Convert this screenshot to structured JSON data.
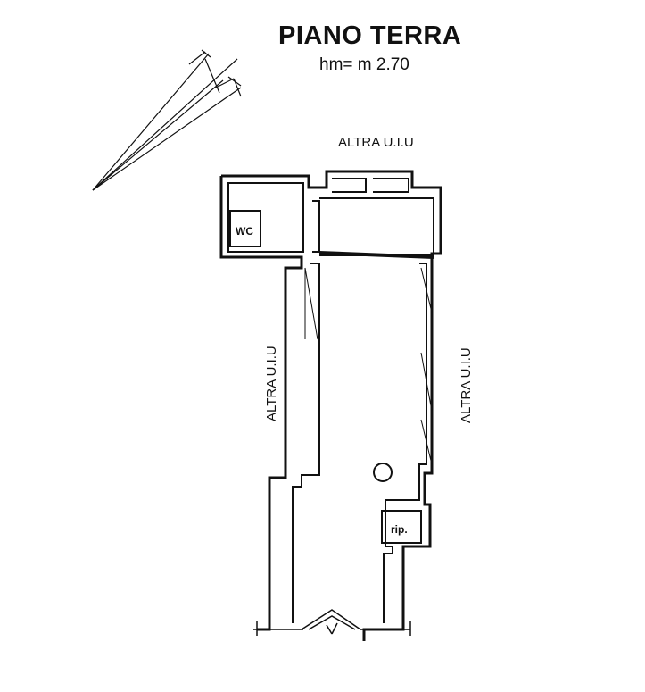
{
  "plan": {
    "title": "PIANO TERRA",
    "height_note": "hm= m 2.70",
    "labels": {
      "top": "ALTRA U.I.U",
      "left": "ALTRA U.I.U",
      "right": "ALTRA U.I.U"
    },
    "rooms": {
      "wc": "WC",
      "storage": "rip."
    },
    "icons": {
      "north": "north-arrow-icon",
      "entrance": "entrance-arrow-icon",
      "column": "column-icon"
    }
  }
}
